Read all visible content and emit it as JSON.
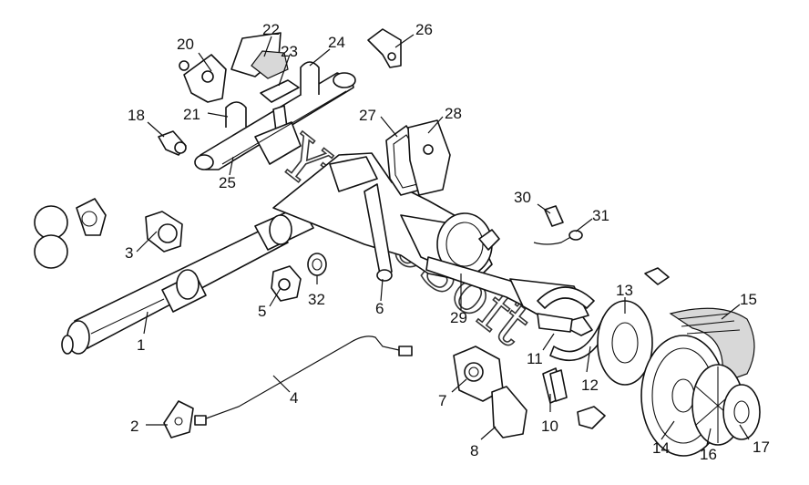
{
  "diagram": {
    "callouts": [
      "1",
      "2",
      "3",
      "4",
      "5",
      "6",
      "7",
      "8",
      "10",
      "11",
      "12",
      "13",
      "14",
      "15",
      "16",
      "17",
      "18",
      "20",
      "21",
      "22",
      "23",
      "24",
      "25",
      "26",
      "27",
      "28",
      "29",
      "30",
      "31",
      "32"
    ],
    "watermark": "YuncoSoft"
  }
}
